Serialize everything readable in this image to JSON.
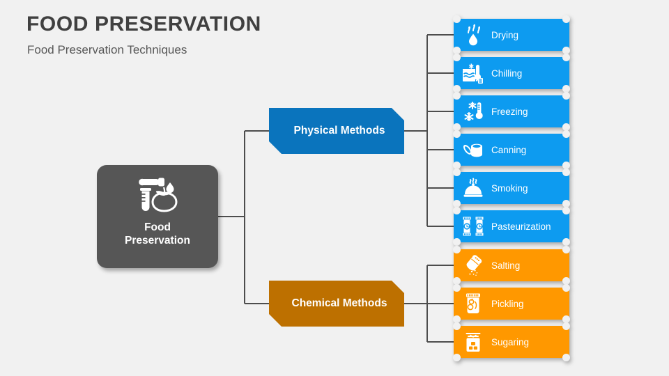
{
  "header": {
    "title": "FOOD PRESERVATION",
    "subtitle": "Food Preservation Techniques"
  },
  "colors": {
    "background": "#f1f1f1",
    "title_text": "#404040",
    "subtitle_text": "#575757",
    "center_node": "#565656",
    "branch_blue": "#0a74bd",
    "branch_orange": "#bd7000",
    "leaf_blue": "#0d9bf0",
    "leaf_orange": "#ff9800",
    "connector": "#4d4d4d",
    "node_text": "#ffffff"
  },
  "center": {
    "label_line1": "Food",
    "label_line2": "Preservation",
    "icon": "dropper-testtube-tomato-icon"
  },
  "branches": [
    {
      "id": "physical",
      "label": "Physical Methods",
      "color": "#0a74bd"
    },
    {
      "id": "chemical",
      "label": "Chemical Methods",
      "color": "#bd7000"
    }
  ],
  "leaves": [
    {
      "label": "Drying",
      "icon": "water-drop-evaporation-icon",
      "group": "physical",
      "color": "#0d9bf0"
    },
    {
      "label": "Chilling",
      "icon": "cold-water-thermometer-icon",
      "group": "physical",
      "color": "#0d9bf0"
    },
    {
      "label": "Freezing",
      "icon": "snowflake-thermometer-icon",
      "group": "physical",
      "color": "#0d9bf0"
    },
    {
      "label": "Canning",
      "icon": "open-tin-can-icon",
      "group": "physical",
      "color": "#0d9bf0"
    },
    {
      "label": "Smoking",
      "icon": "cloche-steam-icon",
      "group": "physical",
      "color": "#0d9bf0"
    },
    {
      "label": "Pasteurization",
      "icon": "two-milk-cans-timer-icon",
      "group": "physical",
      "color": "#0d9bf0"
    },
    {
      "label": "Salting",
      "icon": "salt-shaker-icon",
      "group": "chemical",
      "color": "#ff9800"
    },
    {
      "label": "Pickling",
      "icon": "pickle-jar-icon",
      "group": "chemical",
      "color": "#ff9800"
    },
    {
      "label": "Sugaring",
      "icon": "sugar-container-icon",
      "group": "chemical",
      "color": "#ff9800"
    }
  ]
}
